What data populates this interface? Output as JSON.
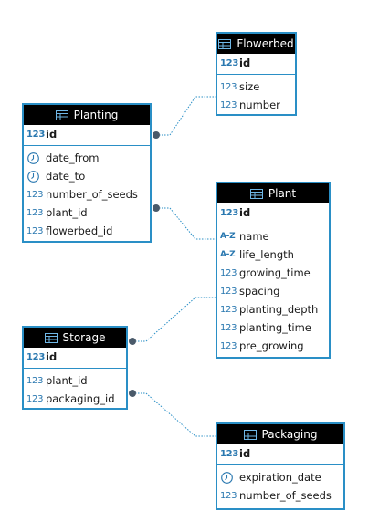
{
  "colors": {
    "border": "#2a8fc6",
    "header_bg": "#000000",
    "link": "#2a8fc6",
    "connector_dot": "#4a5a6a"
  },
  "entities": {
    "flowerbed": {
      "title": "Flowerbed",
      "pk": {
        "type_icon": "123",
        "name": "id"
      },
      "columns": [
        {
          "type_icon": "123",
          "name": "size"
        },
        {
          "type_icon": "123",
          "name": "number"
        }
      ]
    },
    "planting": {
      "title": "Planting",
      "pk": {
        "type_icon": "123",
        "name": "id"
      },
      "columns": [
        {
          "type_icon": "clock-icon",
          "name": "date_from"
        },
        {
          "type_icon": "clock-icon",
          "name": "date_to"
        },
        {
          "type_icon": "123",
          "name": "number_of_seeds"
        },
        {
          "type_icon": "123",
          "name": "plant_id"
        },
        {
          "type_icon": "123",
          "name": "flowerbed_id"
        }
      ]
    },
    "plant": {
      "title": "Plant",
      "pk": {
        "type_icon": "123",
        "name": "id"
      },
      "columns": [
        {
          "type_icon": "A-Z",
          "name": "name"
        },
        {
          "type_icon": "A-Z",
          "name": "life_length"
        },
        {
          "type_icon": "123",
          "name": "growing_time"
        },
        {
          "type_icon": "123",
          "name": "spacing"
        },
        {
          "type_icon": "123",
          "name": "planting_depth"
        },
        {
          "type_icon": "123",
          "name": "planting_time"
        },
        {
          "type_icon": "123",
          "name": "pre_growing"
        }
      ]
    },
    "storage": {
      "title": "Storage",
      "pk": {
        "type_icon": "123",
        "name": "id"
      },
      "columns": [
        {
          "type_icon": "123",
          "name": "plant_id"
        },
        {
          "type_icon": "123",
          "name": "packaging_id"
        }
      ]
    },
    "packaging": {
      "title": "Packaging",
      "pk": {
        "type_icon": "123",
        "name": "id"
      },
      "columns": [
        {
          "type_icon": "clock-icon",
          "name": "expiration_date"
        },
        {
          "type_icon": "123",
          "name": "number_of_seeds"
        }
      ]
    }
  }
}
